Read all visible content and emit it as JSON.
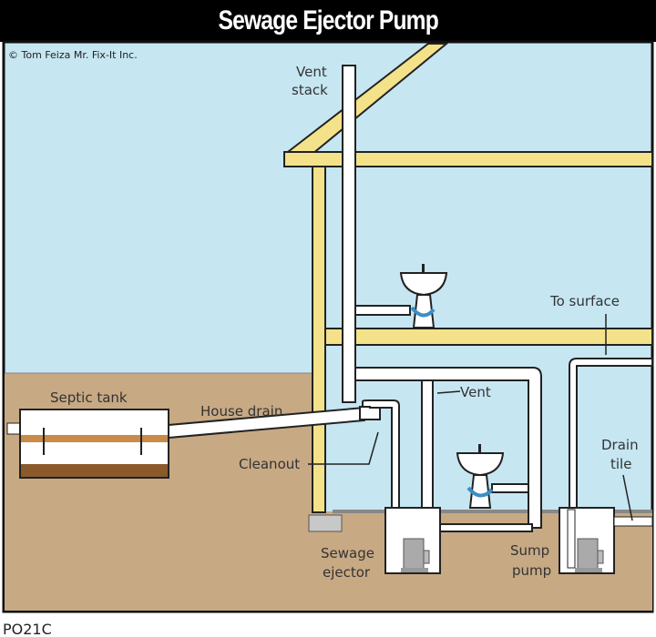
{
  "title": "Sewage Ejector Pump",
  "copyright": "© Tom Feiza Mr. Fix-It Inc.",
  "code": "PO21C",
  "labels": {
    "vent_stack_1": "Vent",
    "vent_stack_2": "stack",
    "to_surface": "To surface",
    "septic_tank": "Septic tank",
    "house_drain": "House drain",
    "vent": "Vent",
    "cleanout": "Cleanout",
    "drain_tile_1": "Drain",
    "drain_tile_2": "tile",
    "sewage_ejector_1": "Sewage",
    "sewage_ejector_2": "ejector",
    "sump_pump_1": "Sump",
    "sump_pump_2": "pump"
  },
  "colors": {
    "sky": "#c6e6f2",
    "ground": "#c7a984",
    "beam": "#f4e28a",
    "waste": "#b07a3e"
  }
}
